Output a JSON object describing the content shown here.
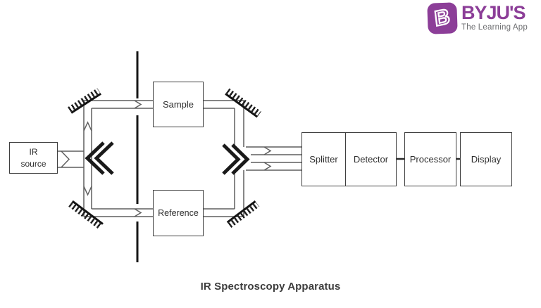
{
  "logo": {
    "icon_letter": "B",
    "brand": "BYJU'S",
    "tagline": "The Learning App",
    "brand_color": "#8c3e98",
    "tagline_color": "#6d6e71"
  },
  "diagram": {
    "caption": "IR Spectroscopy Apparatus",
    "boxes": {
      "ir_source": {
        "label_line1": "IR",
        "label_line2": "source"
      },
      "sample": {
        "label": "Sample"
      },
      "reference": {
        "label": "Reference"
      },
      "splitter": {
        "label": "Splitter"
      },
      "detector": {
        "label": "Detector"
      },
      "processor": {
        "label": "Processor"
      },
      "display": {
        "label": "Display"
      }
    },
    "colors": {
      "beam_line": "#5f5f5f",
      "box_border": "#3f3f3f",
      "mirror": "#1a1a1a",
      "chopper_line": "#161616",
      "caption_text": "#3d3d3d"
    }
  }
}
